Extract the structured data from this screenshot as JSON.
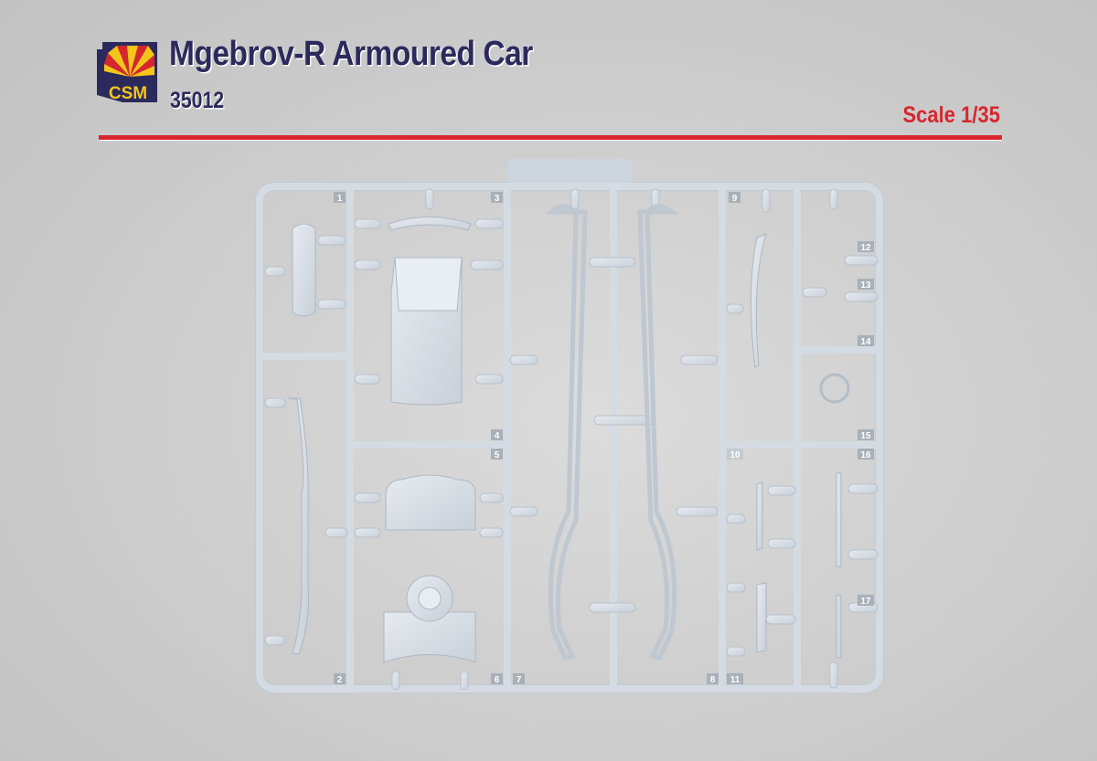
{
  "header": {
    "title": "Mgebrov-R Armoured Car",
    "code": "35012",
    "scale": "Scale 1/35"
  },
  "logo": {
    "text": "CSM",
    "colors": {
      "navy": "#2c2a5c",
      "red": "#d7262e",
      "yellow": "#f5c51b"
    }
  },
  "sprue": {
    "part_numbers": [
      "1",
      "2",
      "3",
      "4",
      "5",
      "6",
      "7",
      "8",
      "9",
      "10",
      "11",
      "12",
      "13",
      "14",
      "15",
      "16",
      "17"
    ]
  },
  "colors": {
    "accent": "#d9262e",
    "title": "#2c2a5c",
    "plastic": "#d8dee5"
  }
}
